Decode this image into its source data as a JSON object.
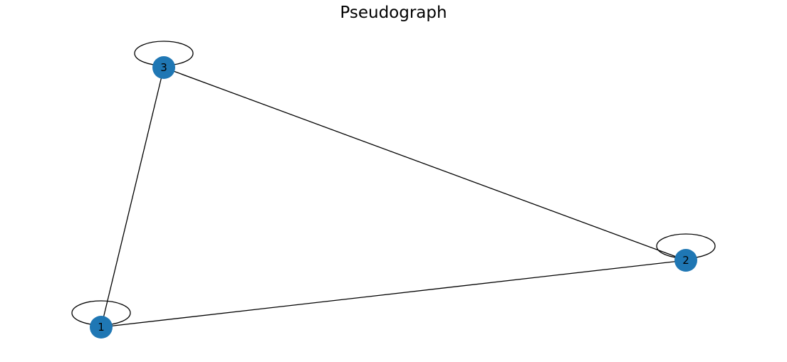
{
  "title": "Pseudograph",
  "colors": {
    "node_fill": "#1f77b4",
    "edge_stroke": "#000000",
    "label": "#000000",
    "background": "#ffffff"
  },
  "graph": {
    "nodes": [
      {
        "id": "1",
        "label": "1"
      },
      {
        "id": "2",
        "label": "2"
      },
      {
        "id": "3",
        "label": "3"
      }
    ],
    "edges": [
      {
        "source": "1",
        "target": "3"
      },
      {
        "source": "3",
        "target": "2"
      },
      {
        "source": "1",
        "target": "2"
      },
      {
        "source": "1",
        "target": "1"
      },
      {
        "source": "2",
        "target": "2"
      },
      {
        "source": "3",
        "target": "3"
      }
    ]
  }
}
